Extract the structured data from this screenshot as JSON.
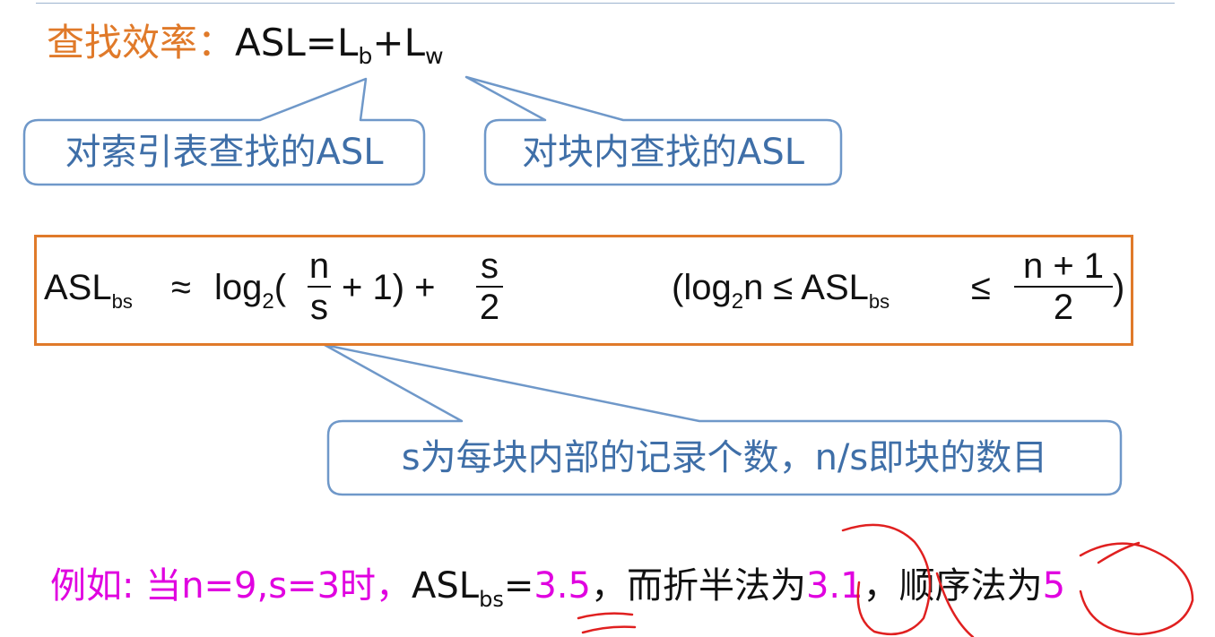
{
  "heading": {
    "label": "查找效率：",
    "formula_main": "ASL=L",
    "sub_b": "b",
    "plus": "+L",
    "sub_w": "w"
  },
  "callouts": {
    "index_asl": "对索引表查找的ASL",
    "block_asl": "对块内查找的ASL",
    "explain": "s为每块内部的记录个数，n/s即块的数目"
  },
  "formula": {
    "asl": "ASL",
    "asl_sub": "bs",
    "approx": "≈",
    "log": "log",
    "log_sub": "2",
    "open": "(",
    "frac1_num": "n",
    "frac1_den": "s",
    "plus_one": "+ 1) +",
    "frac2_num": "s",
    "frac2_den": "2",
    "range_open": "(log",
    "range_log_sub": "2",
    "range_n_le": "n  ≤  ASL",
    "range_asl_sub": "bs",
    "le": "≤",
    "frac3_num": "n + 1",
    "frac3_den": "2",
    "range_close": ")"
  },
  "example": {
    "prefix": "例如: 当n=9,s=3时，",
    "asl": "ASL",
    "asl_sub": "bs",
    "eq": "=",
    "val1": "3.5",
    "mid": "，而折半法为",
    "val2": "3.1",
    "mid2": "，顺序法为",
    "val3": "5"
  },
  "colors": {
    "accent_orange": "#e07a2a",
    "callout_blue": "#3f6fa8",
    "example_magenta": "#e000e0",
    "annotation_red": "#e02020"
  }
}
